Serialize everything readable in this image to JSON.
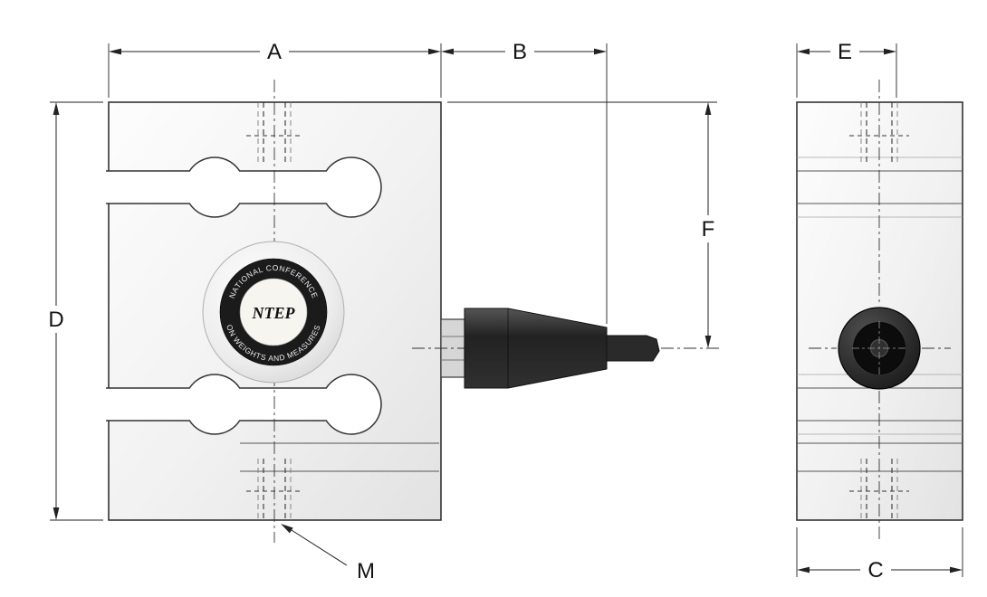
{
  "dimensions": {
    "a": "A",
    "b": "B",
    "c": "C",
    "d": "D",
    "e": "E",
    "f": "F",
    "m": "M"
  },
  "seal": {
    "top": "NATIONAL CONFERENCE",
    "bottom": "ON WEIGHTS AND MEASURES",
    "brand": "NTEP"
  },
  "colors": {
    "line": "#222222",
    "body_fill": "#f2f2f2",
    "connector_boot": "#262626",
    "seal_ring": "#1b1b1b"
  }
}
